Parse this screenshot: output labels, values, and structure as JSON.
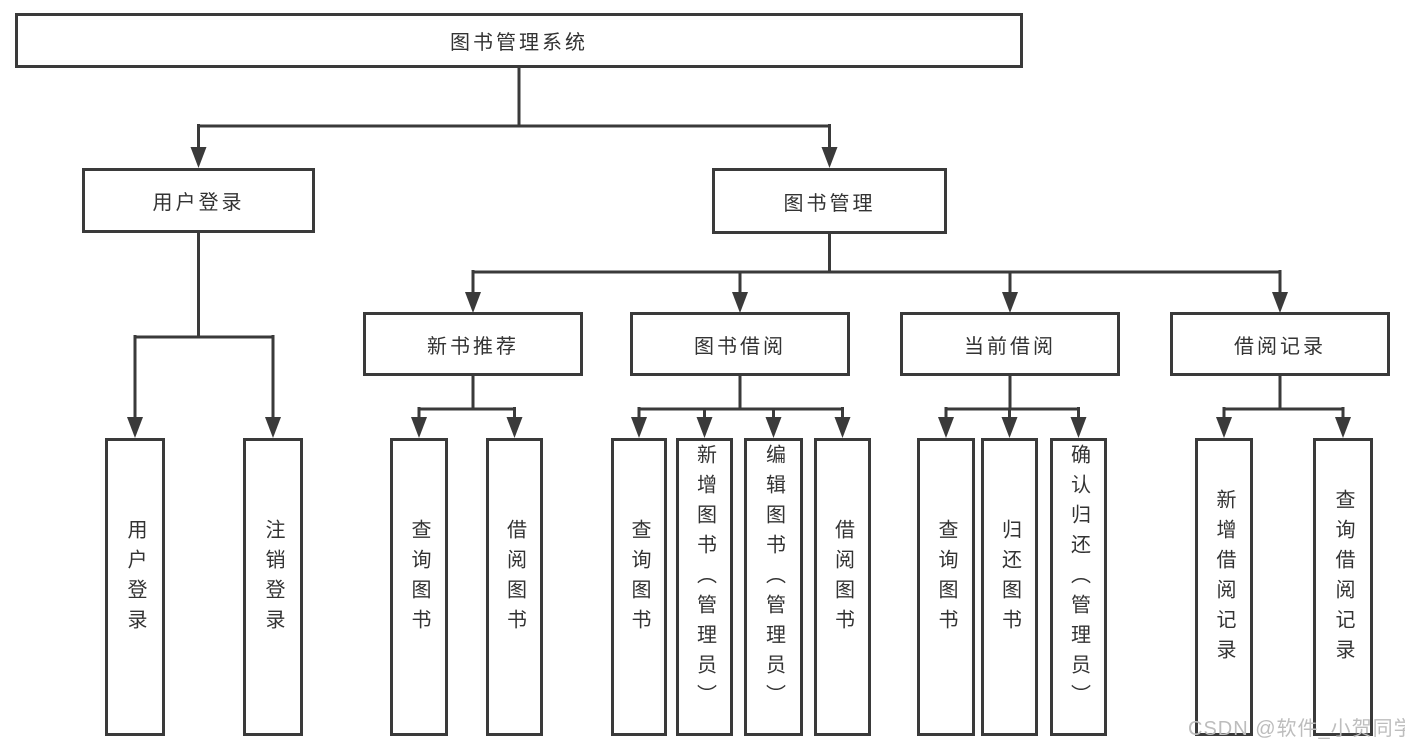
{
  "diagram": {
    "title": "图书管理系统",
    "tree": {
      "label": "图书管理系统",
      "children": [
        {
          "label": "用户登录",
          "children": [
            {
              "label": "用户登录"
            },
            {
              "label": "注销登录"
            }
          ]
        },
        {
          "label": "图书管理",
          "children": [
            {
              "label": "新书推荐",
              "children": [
                {
                  "label": "查询图书"
                },
                {
                  "label": "借阅图书"
                }
              ]
            },
            {
              "label": "图书借阅",
              "children": [
                {
                  "label": "查询图书"
                },
                {
                  "label": "新增图书（管理员）"
                },
                {
                  "label": "编辑图书（管理员）"
                },
                {
                  "label": "借阅图书"
                }
              ]
            },
            {
              "label": "当前借阅",
              "children": [
                {
                  "label": "查询图书"
                },
                {
                  "label": "归还图书"
                },
                {
                  "label": "确认归还（管理员）"
                }
              ]
            },
            {
              "label": "借阅记录",
              "children": [
                {
                  "label": "新增借阅记录"
                },
                {
                  "label": "查询借阅记录"
                }
              ]
            }
          ]
        }
      ]
    },
    "colors": {
      "line": "#3a3a3a",
      "text": "#333333",
      "watermark_text": "#bdbdbd",
      "background": "#ffffff"
    }
  },
  "watermark": "CSDN @软件_小贺同学"
}
